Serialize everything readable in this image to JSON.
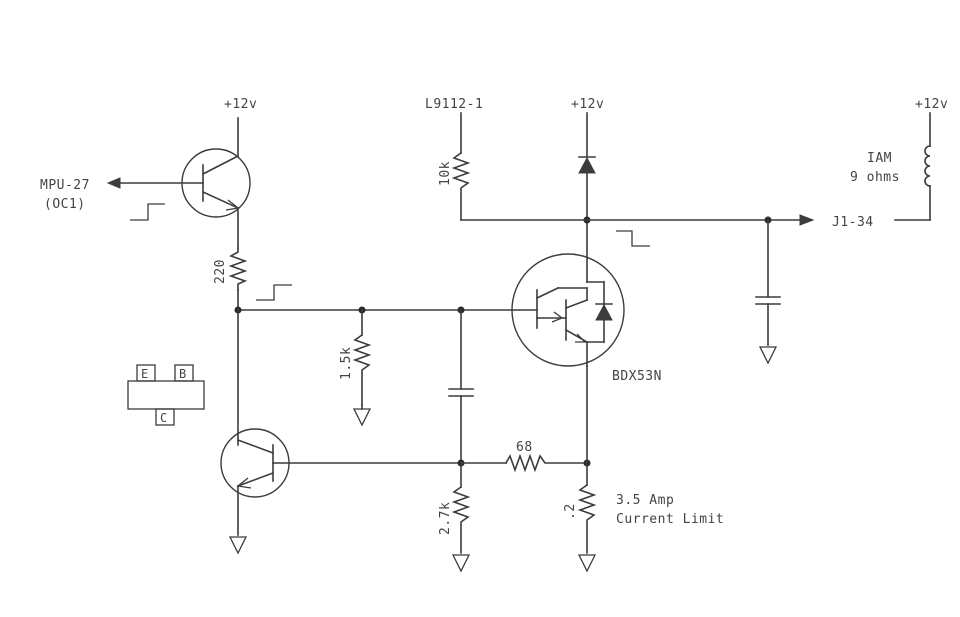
{
  "labels": {
    "vcc_q1": "+12v",
    "vcc_main": "+12v",
    "vcc_iam": "+12v",
    "l9112": "L9112-1",
    "mpu_name": "MPU-27",
    "mpu_pin": "(OC1)",
    "r_220": "220",
    "r_10k": "10k",
    "r_1_5k": "1.5k",
    "r_2_7k": "2.7k",
    "r_68": "68",
    "r_sense": ".2",
    "transistor_part": "BDX53N",
    "connector": "J1-34",
    "iam_name": "IAM",
    "iam_value": "9 ohms",
    "current_limit_1": "3.5 Amp",
    "current_limit_2": "Current Limit",
    "pin_e": "E",
    "pin_b": "B",
    "pin_c": "C"
  }
}
